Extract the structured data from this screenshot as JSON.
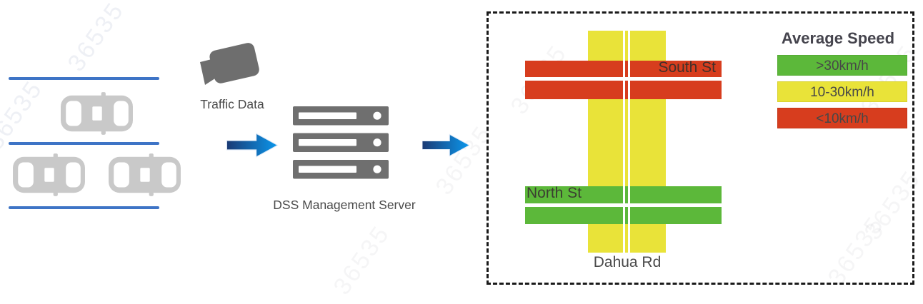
{
  "watermark": {
    "text": "36535"
  },
  "flow": {
    "camera_label": "Traffic Data",
    "server_label": "DSS Management Server",
    "icons": [
      "car-icon",
      "lane-line",
      "video-camera-icon",
      "arrow-right-icon",
      "server-stack-icon"
    ]
  },
  "map": {
    "labels": {
      "south": "South St",
      "north": "North St",
      "dahua": "Dahua Rd"
    },
    "roads": [
      {
        "name": "South St",
        "orientation": "horizontal",
        "speed_class": "<10km/h",
        "color": "#d73d1e"
      },
      {
        "name": "North St",
        "orientation": "horizontal",
        "speed_class": ">30km/h",
        "color": "#5cb83a"
      },
      {
        "name": "Dahua Rd",
        "orientation": "vertical",
        "speed_class": "10-30km/h",
        "color": "#e9e339"
      }
    ]
  },
  "legend": {
    "title": "Average Speed",
    "items": [
      {
        "label": ">30km/h",
        "color": "#5cb83a"
      },
      {
        "label": "10-30km/h",
        "color": "#e9e339"
      },
      {
        "label": "<10km/h",
        "color": "#d73d1e"
      }
    ]
  },
  "colors": {
    "lane_line_blue": "#3e74c6",
    "icon_gray": "#6e6e6e",
    "car_gray": "#c9c9c9",
    "arrow_gradient_start": "#1a3a74",
    "arrow_gradient_end": "#0b97ec",
    "dashed_border": "#1a1a1a",
    "label_gray": "#4a4a4a"
  }
}
